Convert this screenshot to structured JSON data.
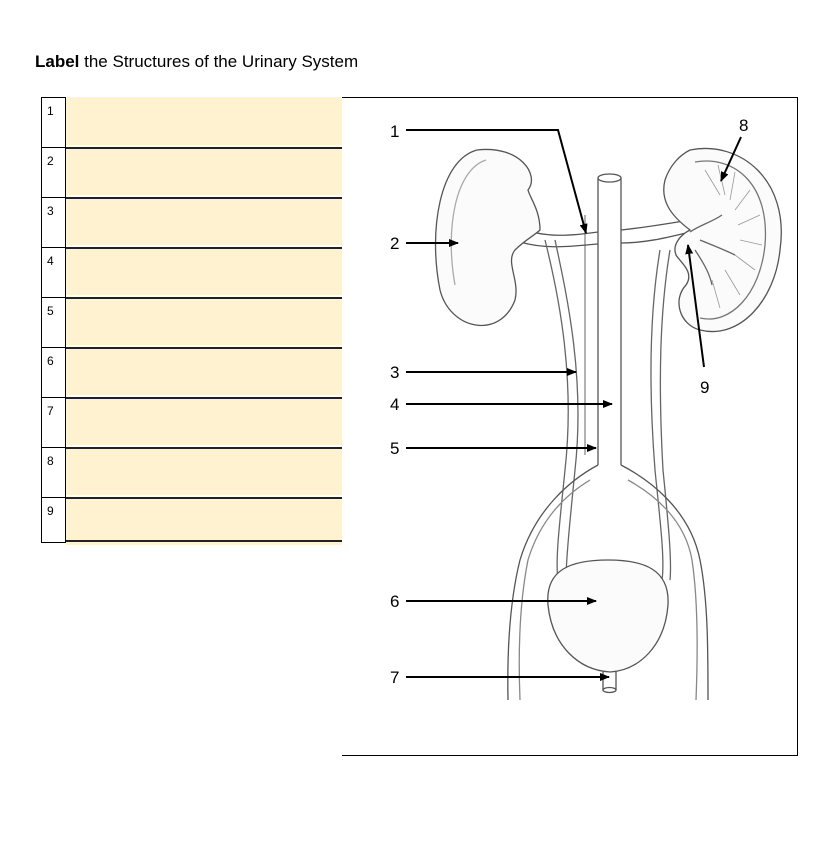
{
  "title": {
    "bold": "Label",
    "rest": " the Structures of the Urinary System"
  },
  "answer_rows": [
    {
      "number": "1",
      "value": ""
    },
    {
      "number": "2",
      "value": ""
    },
    {
      "number": "3",
      "value": ""
    },
    {
      "number": "4",
      "value": ""
    },
    {
      "number": "5",
      "value": ""
    },
    {
      "number": "6",
      "value": ""
    },
    {
      "number": "7",
      "value": ""
    },
    {
      "number": "8",
      "value": ""
    },
    {
      "number": "9",
      "value": ""
    }
  ],
  "diagram_labels": [
    "1",
    "2",
    "3",
    "4",
    "5",
    "6",
    "7",
    "8",
    "9"
  ],
  "colors": {
    "answer_cell": "#fff2d1"
  }
}
